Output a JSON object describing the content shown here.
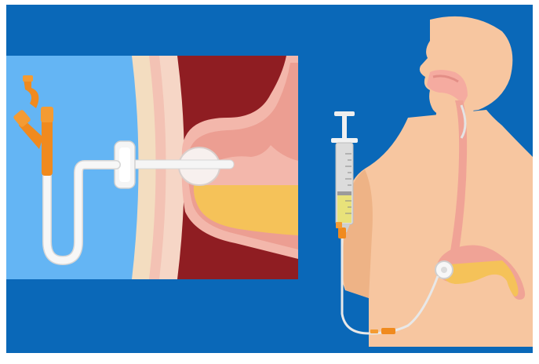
{
  "scene": {
    "description_icons": [
      "feeding-tube-closeup",
      "syringe",
      "human-torso",
      "stomach",
      "g-tube-port"
    ],
    "colors": {
      "frame_blue": "#0a68b8",
      "panel_light_blue": "#64b5f4",
      "abdominal_wall_light": "#f3ddc0",
      "abdominal_wall_pink": "#f3c2b4",
      "stomach_cavity": "#8f1d22",
      "stomach_lining": "#f3b7ab",
      "gastric_fluid": "#f5c259",
      "tube_white": "#f5f5f5",
      "connector_orange": "#f08a1e",
      "skin": "#f7c6a0",
      "skin_shadow": "#eeb386",
      "esophagus": "#f0a396",
      "syringe_fluid": "#e8e27a"
    }
  }
}
